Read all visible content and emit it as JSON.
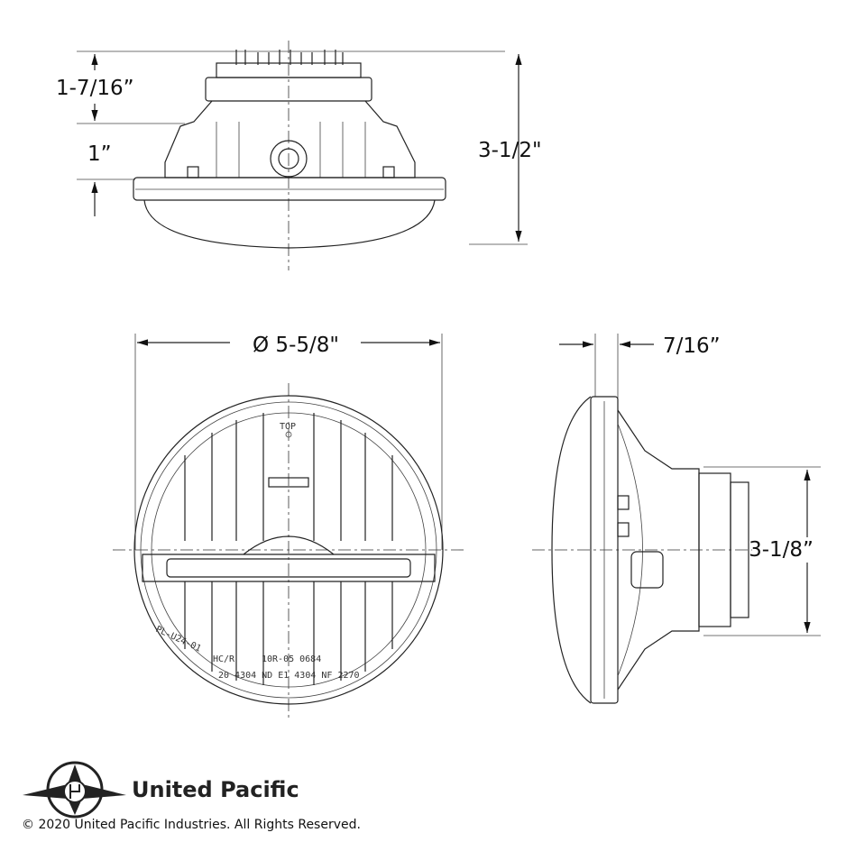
{
  "dimensions": {
    "top_neck_height": "1-7/16”",
    "flange_to_housing": "1”",
    "overall_depth": "3-1/2\"",
    "lens_diameter": "Ø 5-5/8\"",
    "flange_thickness": "7/16”",
    "connector_housing_diameter": "3-1/8”"
  },
  "lens_markings": {
    "top": "TOP",
    "line1": "PL-U24-01",
    "line2": "10R-05 0684",
    "line3": "HC/R",
    "line4": "20 4304 ND E1 4304 NF 2270"
  },
  "footer": {
    "brand": "United Pacific",
    "copyright": "© 2020 United Pacific Industries. All Rights Reserved."
  }
}
